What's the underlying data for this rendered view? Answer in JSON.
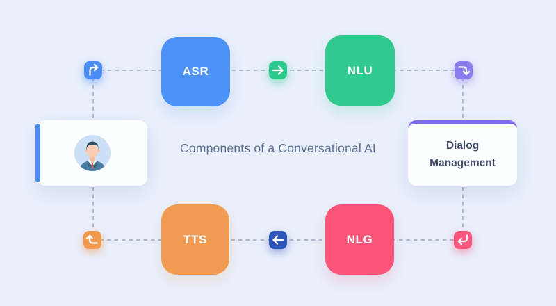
{
  "title": "Components of a Conversational AI",
  "nodes": {
    "user": {
      "icon": "user-avatar-icon"
    },
    "asr": {
      "label": "ASR",
      "color": "#4C92F6"
    },
    "nlu": {
      "label": "NLU",
      "color": "#30CA8E"
    },
    "dialog": {
      "label": "Dialog Management",
      "accent_color": "#7C6CE8"
    },
    "nlg": {
      "label": "NLG",
      "color": "#FA5478"
    },
    "tts": {
      "label": "TTS",
      "color": "#F09B51"
    }
  },
  "connectors": {
    "user_to_asr": {
      "icon": "turn-up-right-arrow-icon",
      "color": "#4C8DF5"
    },
    "asr_to_nlu": {
      "icon": "right-arrow-icon",
      "color": "#2BC98B"
    },
    "nlu_to_dialog": {
      "icon": "turn-right-down-arrow-icon",
      "color": "#8A7CEA"
    },
    "dialog_to_nlg": {
      "icon": "return-down-left-arrow-icon",
      "color": "#FA577E"
    },
    "nlg_to_tts": {
      "icon": "left-arrow-icon",
      "color": "#2E55BB"
    },
    "tts_to_user": {
      "icon": "turn-left-up-arrow-icon",
      "color": "#F0984C"
    }
  },
  "colors": {
    "background": "#E9EFFB",
    "dashed_line": "#A6B0C3",
    "title_text": "#5D6F92",
    "dialog_text": "#424E69",
    "user_accent": "#4C8DF5"
  }
}
